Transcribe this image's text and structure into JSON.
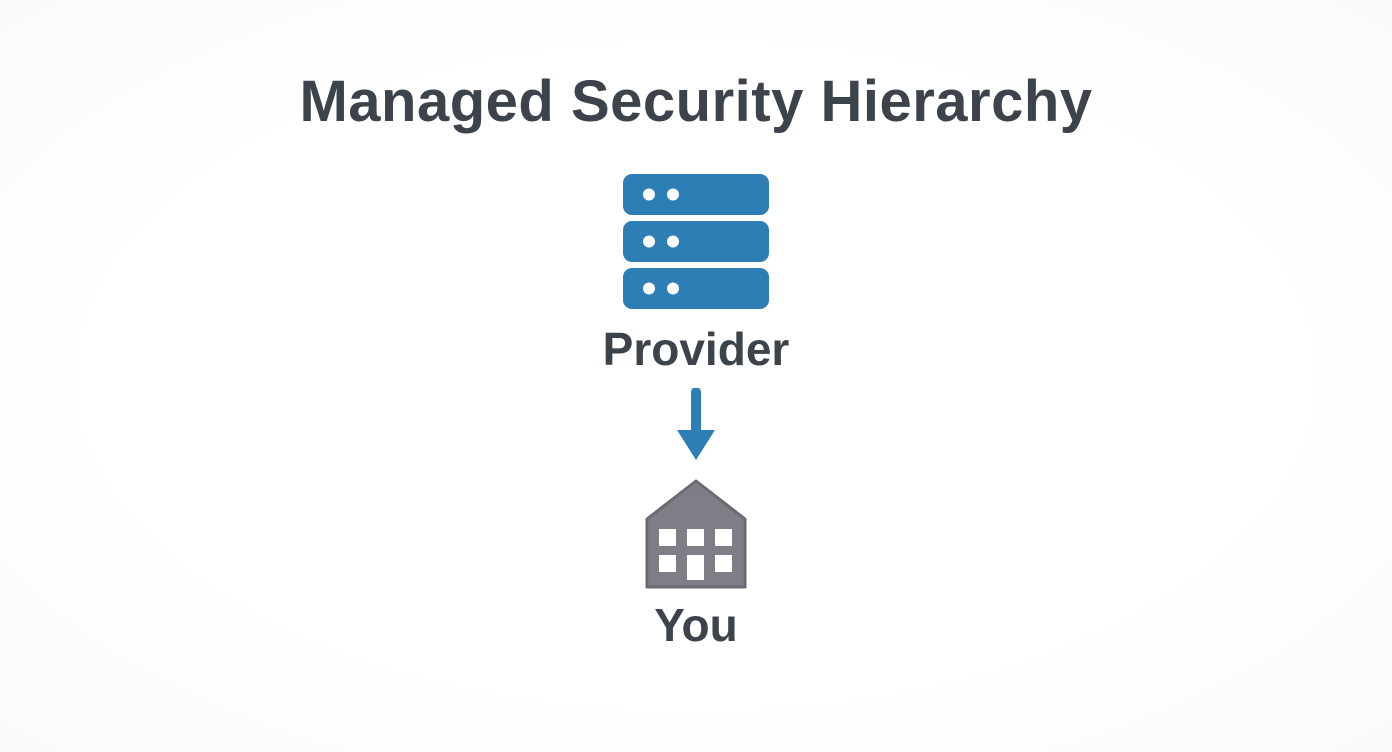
{
  "title": "Managed Security Hierarchy",
  "colors": {
    "accent_blue": "#2d7eb5",
    "house_gray": "#7e7e87",
    "house_gray_dark": "#6a6a72",
    "text_dark": "#3d434b"
  },
  "diagram": {
    "type": "hierarchy",
    "nodes": [
      {
        "id": "provider",
        "label": "Provider",
        "icon": "server-stack-icon",
        "icon_color": "#2d7eb5"
      },
      {
        "id": "you",
        "label": "You",
        "icon": "house-icon",
        "icon_color": "#7e7e87"
      }
    ],
    "connectors": [
      {
        "from": "provider",
        "to": "you",
        "style": "arrow-down",
        "color": "#2d7eb5"
      }
    ]
  }
}
